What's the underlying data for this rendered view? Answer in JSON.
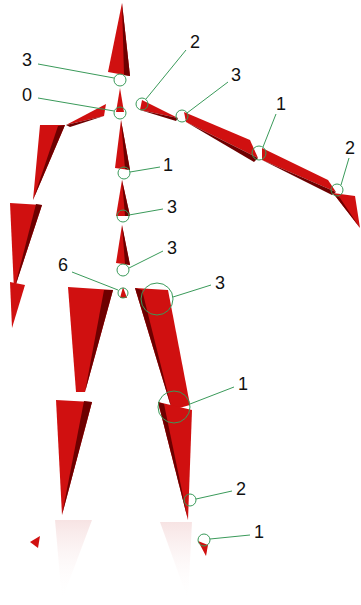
{
  "diagram": {
    "labels": [
      "2",
      "3",
      "3",
      "0",
      "1",
      "2",
      "1",
      "3",
      "3",
      "6",
      "3",
      "1",
      "2",
      "1"
    ]
  }
}
